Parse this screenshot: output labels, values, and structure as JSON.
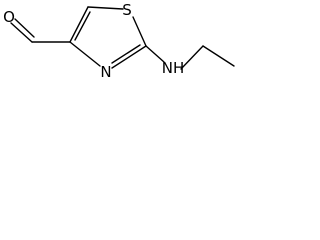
{
  "molecule": {
    "atoms": {
      "oxygen": "O",
      "sulfur": "S",
      "ring_nitrogen": "N",
      "amine": "NH"
    },
    "colors": {
      "bond": "#000000",
      "label": "#000000",
      "background": "#ffffff"
    }
  }
}
